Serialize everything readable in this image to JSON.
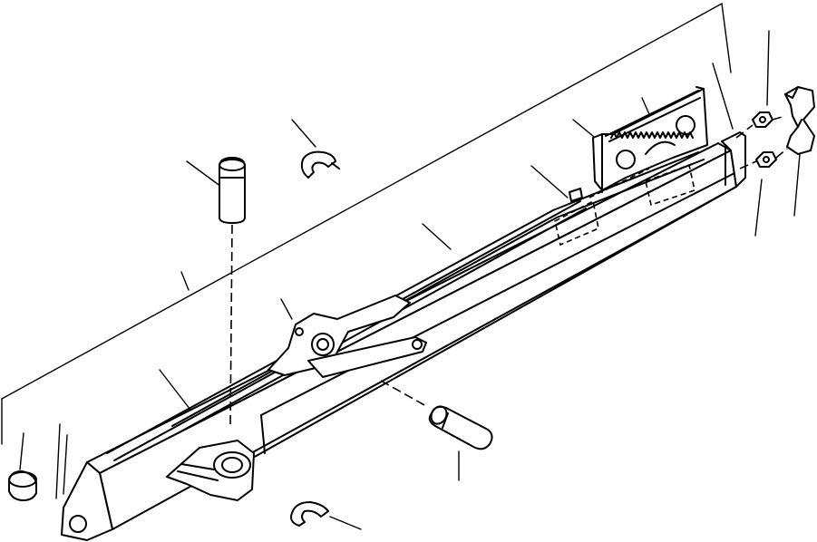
{
  "diagram": {
    "kind": "exploded-parts-drawing",
    "parts": [
      {
        "id": "boom-body",
        "icon": "boom-arm"
      },
      {
        "id": "top-pin",
        "icon": "pin"
      },
      {
        "id": "top-snap-ring",
        "icon": "snap-ring"
      },
      {
        "id": "bottom-pin",
        "icon": "pin"
      },
      {
        "id": "bottom-snap-ring",
        "icon": "snap-ring"
      },
      {
        "id": "bushing",
        "icon": "bushing"
      },
      {
        "id": "lever-link",
        "icon": "lever"
      },
      {
        "id": "toothed-bracket",
        "icon": "rack-bracket"
      },
      {
        "id": "clamp-half",
        "icon": "clamp"
      },
      {
        "id": "washer-upper",
        "icon": "washer"
      },
      {
        "id": "washer-lower",
        "icon": "washer"
      }
    ],
    "line_color": "#000000",
    "background": "#ffffff"
  }
}
